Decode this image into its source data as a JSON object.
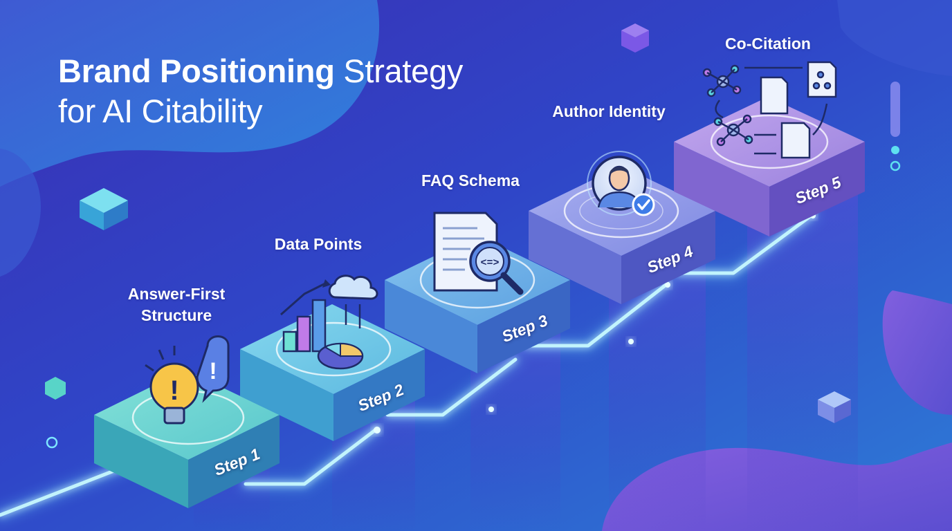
{
  "title": {
    "line1_bold": "Brand Positioning",
    "line1_rest": " Strategy",
    "line2": "for AI Citability"
  },
  "steps": [
    {
      "label": "Step 1",
      "title_line1": "Answer-First",
      "title_line2": "Structure",
      "icon": "lightbulb-speech-bubble-icon"
    },
    {
      "label": "Step 2",
      "title_line1": "Data Points",
      "title_line2": "",
      "icon": "bar-chart-cloud-icon"
    },
    {
      "label": "Step 3",
      "title_line1": "FAQ Schema",
      "title_line2": "",
      "icon": "document-magnifier-icon"
    },
    {
      "label": "Step 4",
      "title_line1": "Author Identity",
      "title_line2": "",
      "icon": "verified-author-icon"
    },
    {
      "label": "Step 5",
      "title_line1": "Co-Citation",
      "title_line2": "",
      "icon": "citation-network-icon"
    }
  ],
  "colors": {
    "background_dark": "#2a2fb0",
    "background_light": "#2f80d8",
    "step1": "#4fc2c4",
    "step2": "#56b8d8",
    "step3": "#5a9edc",
    "step4": "#7d88e0",
    "step5": "#9a80dc",
    "glow_line": "#9ff4ff"
  }
}
